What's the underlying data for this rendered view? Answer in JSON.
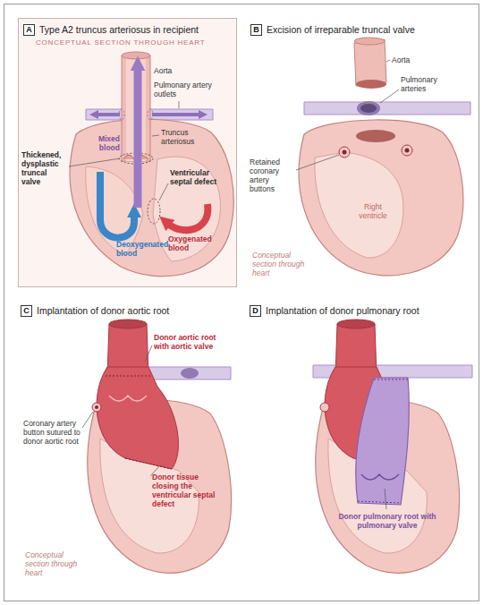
{
  "diagram": {
    "nodes": [
      {
        "text": [
          "A",
          "Type A2 truncus arteriosus in recipient"
        ]
      },
      {
        "text": [
          "B",
          "Excision of irreparable truncal valve"
        ]
      },
      {
        "text": [
          "C",
          "Implantation of donor aortic root"
        ]
      },
      {
        "text": [
          "D",
          "Implantation of donor pulmonary root"
        ]
      }
    ],
    "labels": [
      "CONCEPTUAL SECTION THROUGH HEART",
      "Aorta",
      "Pulmonary artery outlets",
      "Truncus arteriosus",
      "Mixed blood",
      "Thickened, dysplastic truncal valve",
      "Ventricular septal defect",
      "Oxygenated blood",
      "Deoxygenated blood",
      "Aorta",
      "Pulmonary arteries",
      "Retained coronary artery buttons",
      "Right ventricle",
      "Conceptual section through heart",
      "Donor aortic root with aortic valve",
      "Coronary artery button sutured to donor aortic root",
      "Donor tissue closing the ventricular septal defect",
      "Conceptual section through heart",
      "Donor pulmonary root with pulmonary valve"
    ]
  }
}
